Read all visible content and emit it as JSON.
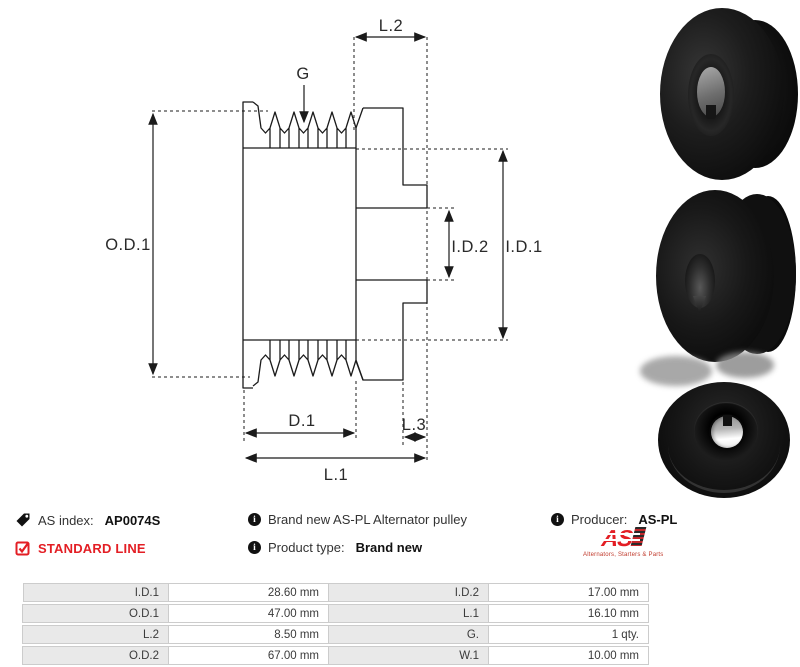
{
  "drawing": {
    "labels": {
      "od1": "O.D.1",
      "g": "G",
      "l2": "L.2",
      "id2": "I.D.2",
      "id1": "I.D.1",
      "d1": "D.1",
      "l3": "L.3",
      "l1": "L.1"
    }
  },
  "info": {
    "as_index_label": "AS index:",
    "as_index_value": "AP0074S",
    "standard_line": "STANDARD LINE",
    "description": "Brand new AS-PL Alternator pulley",
    "product_type_label": "Product type:",
    "product_type_value": "Brand new",
    "producer_label": "Producer:",
    "producer_value": "AS-PL",
    "logo_text": "AS",
    "logo_tagline": "Alternators, Starters & Parts"
  },
  "specs": {
    "rows": [
      [
        "I.D.1",
        "28.60 mm",
        "I.D.2",
        "17.00 mm"
      ],
      [
        "O.D.1",
        "47.00 mm",
        "L.1",
        "16.10 mm"
      ],
      [
        "L.2",
        "8.50 mm",
        "G.",
        "1 qty."
      ],
      [
        "O.D.2",
        "67.00 mm",
        "W.1",
        "10.00 mm"
      ]
    ]
  },
  "colors": {
    "red": "#e31e24",
    "line": "#1b1b1b",
    "table_label_bg": "#e9e9e9",
    "table_border": "#cccccc"
  }
}
